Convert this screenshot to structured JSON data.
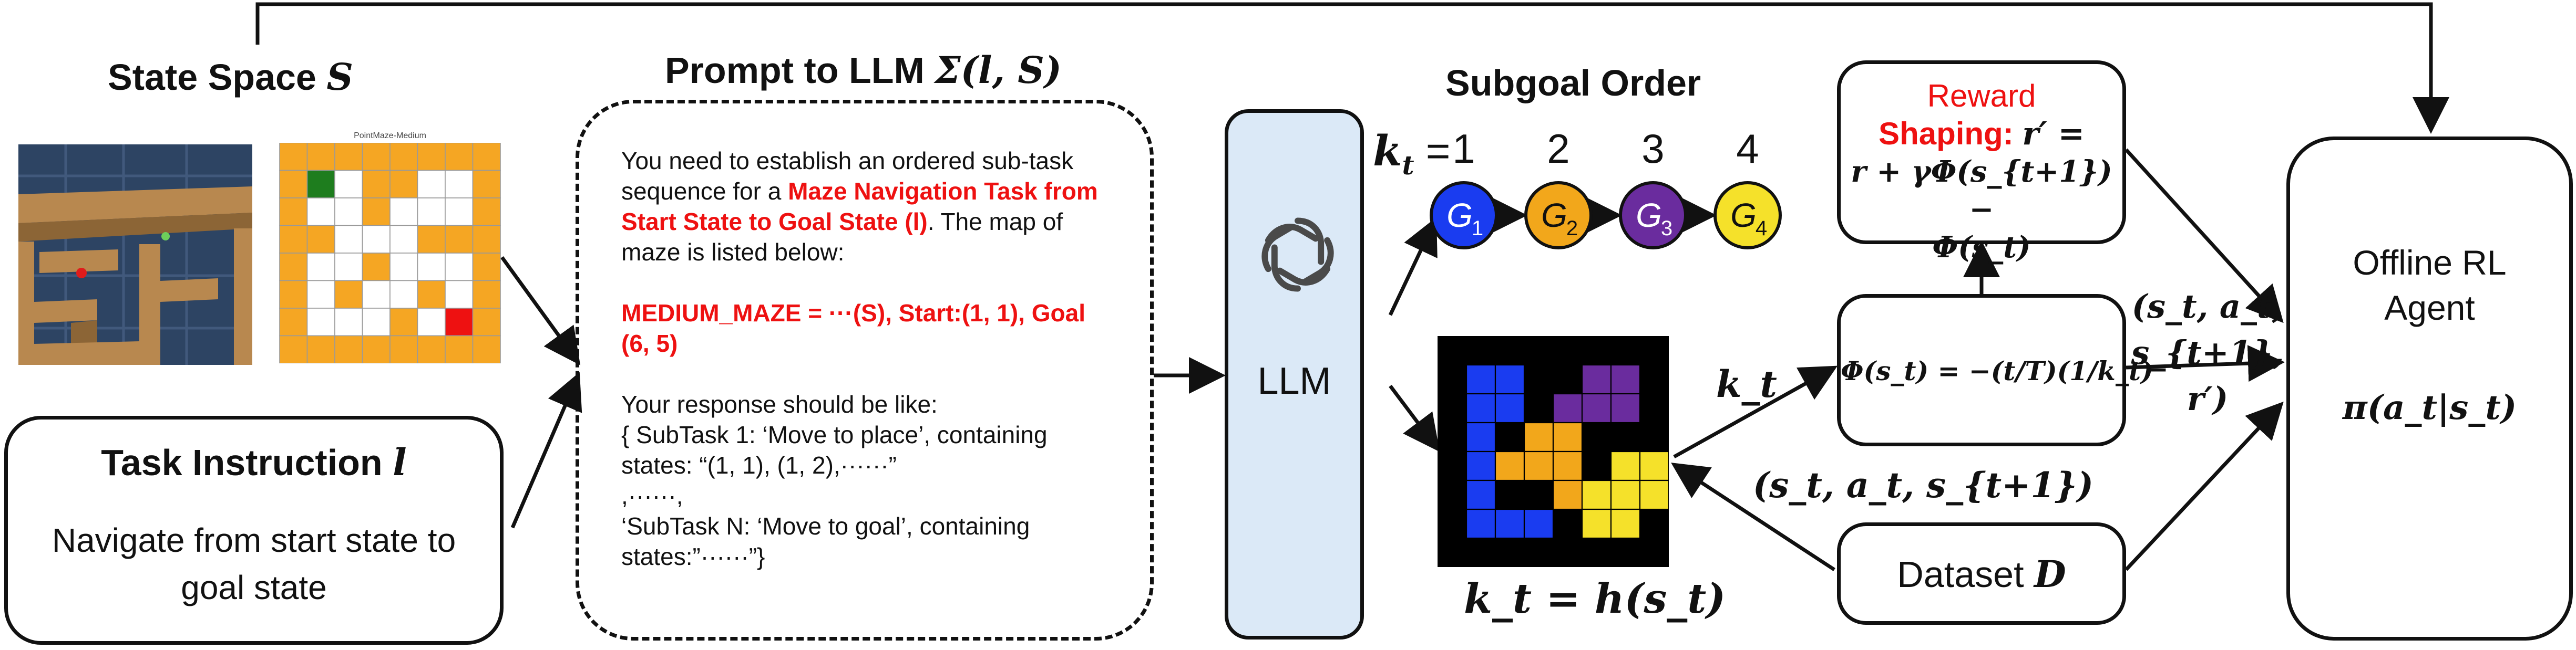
{
  "state_space": {
    "title": "State Space ",
    "symbol": "S",
    "minimap_title": "PointMaze-Medium"
  },
  "task": {
    "title": "Task Instruction ",
    "symbol": "l",
    "body": "Navigate from start state to goal state"
  },
  "prompt": {
    "title": "Prompt to LLM ",
    "title_symbol": "Σ(l, S)",
    "p1_pre": "You need to establish an ordered sub-task sequence for a ",
    "p1_red": "Maze Navigation Task from Start State to Goal State (l)",
    "p1_post": ". The map of maze is listed below:",
    "p2_red": "MEDIUM_MAZE = ···(S), Start:(1, 1), Goal (6, 5)",
    "p3": "Your response should be like:",
    "p4": "{ SubTask 1: ‘Move to place’, containing states: “(1, 1), (1, 2),······”",
    "p5": ",······,",
    "p6": "‘SubTask N: ‘Move to goal’, containing states:”······”}"
  },
  "llm": {
    "label": "LLM"
  },
  "subgoal": {
    "title": "Subgoal Order",
    "k_label": "k",
    "k_sub": "t",
    "eq": " = ",
    "numbers": [
      "1",
      "2",
      "3",
      "4"
    ],
    "nodes": [
      {
        "label": "G",
        "sub": "1",
        "color": "#1a3cf0"
      },
      {
        "label": "G",
        "sub": "2",
        "color": "#f2a71b"
      },
      {
        "label": "G",
        "sub": "3",
        "color": "#6a2c9e"
      },
      {
        "label": "G",
        "sub": "4",
        "color": "#f5e12a"
      }
    ]
  },
  "kt_h": "k_t = h(s_t)",
  "kt_edge": "k_t",
  "transition_label": "(s_t, a_t, s_{t+1})",
  "reward": {
    "red1": "Reward",
    "red2": "Shaping: ",
    "formula1": "r′ =",
    "formula2": "r + γΦ(s_{t+1}) −",
    "formula3": "Φ(s_t)"
  },
  "potential": {
    "formula": "Φ(s_t) = −(t/T)(1/k_t)"
  },
  "dataset": {
    "label": "Dataset ",
    "symbol": "D"
  },
  "agent": {
    "line1": "Offline RL",
    "line2": "Agent",
    "policy": "π(a_t|s_t)"
  },
  "agent_input": {
    "line1": "(s_t, a_t,",
    "line2": "s_{t+1}, r′)"
  },
  "colors": {
    "llm_fill": "#dbe9f7",
    "red": "#ee1111",
    "maze_orange": "#f5a623",
    "maze_green": "#1e7d1e",
    "maze_red": "#ee1111"
  }
}
